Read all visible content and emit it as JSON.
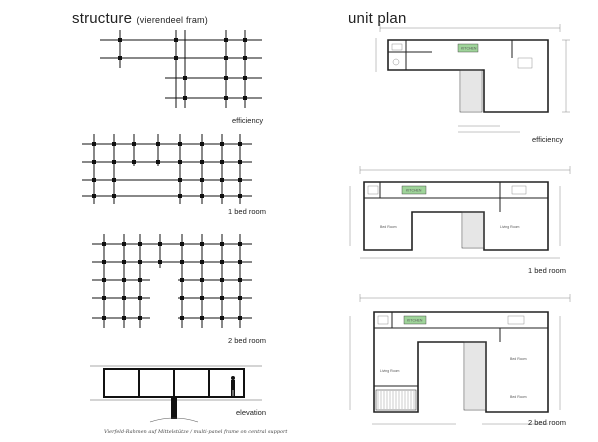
{
  "structure": {
    "title": "structure",
    "subtitle": "(vierendeel fram)",
    "labels": {
      "efficiency": "efficiency",
      "one_bed": "1 bed room",
      "two_bed": "2 bed room",
      "elevation": "elevation"
    },
    "caption": "Vierfeld-Rahmen auf Mittelstütze / multi-panel frame on central support"
  },
  "unit_plan": {
    "title": "unit plan",
    "labels": {
      "efficiency": "efficiency",
      "one_bed": "1 bed room",
      "two_bed": "2 bed room"
    },
    "kitchen_tag": "KITCHEN",
    "room_tags": [
      "Bed Room",
      "Living Room",
      "Bed Room"
    ]
  },
  "colors": {
    "ink": "#111111",
    "kitchen": "#9fd49a",
    "dimension": "#888888"
  }
}
